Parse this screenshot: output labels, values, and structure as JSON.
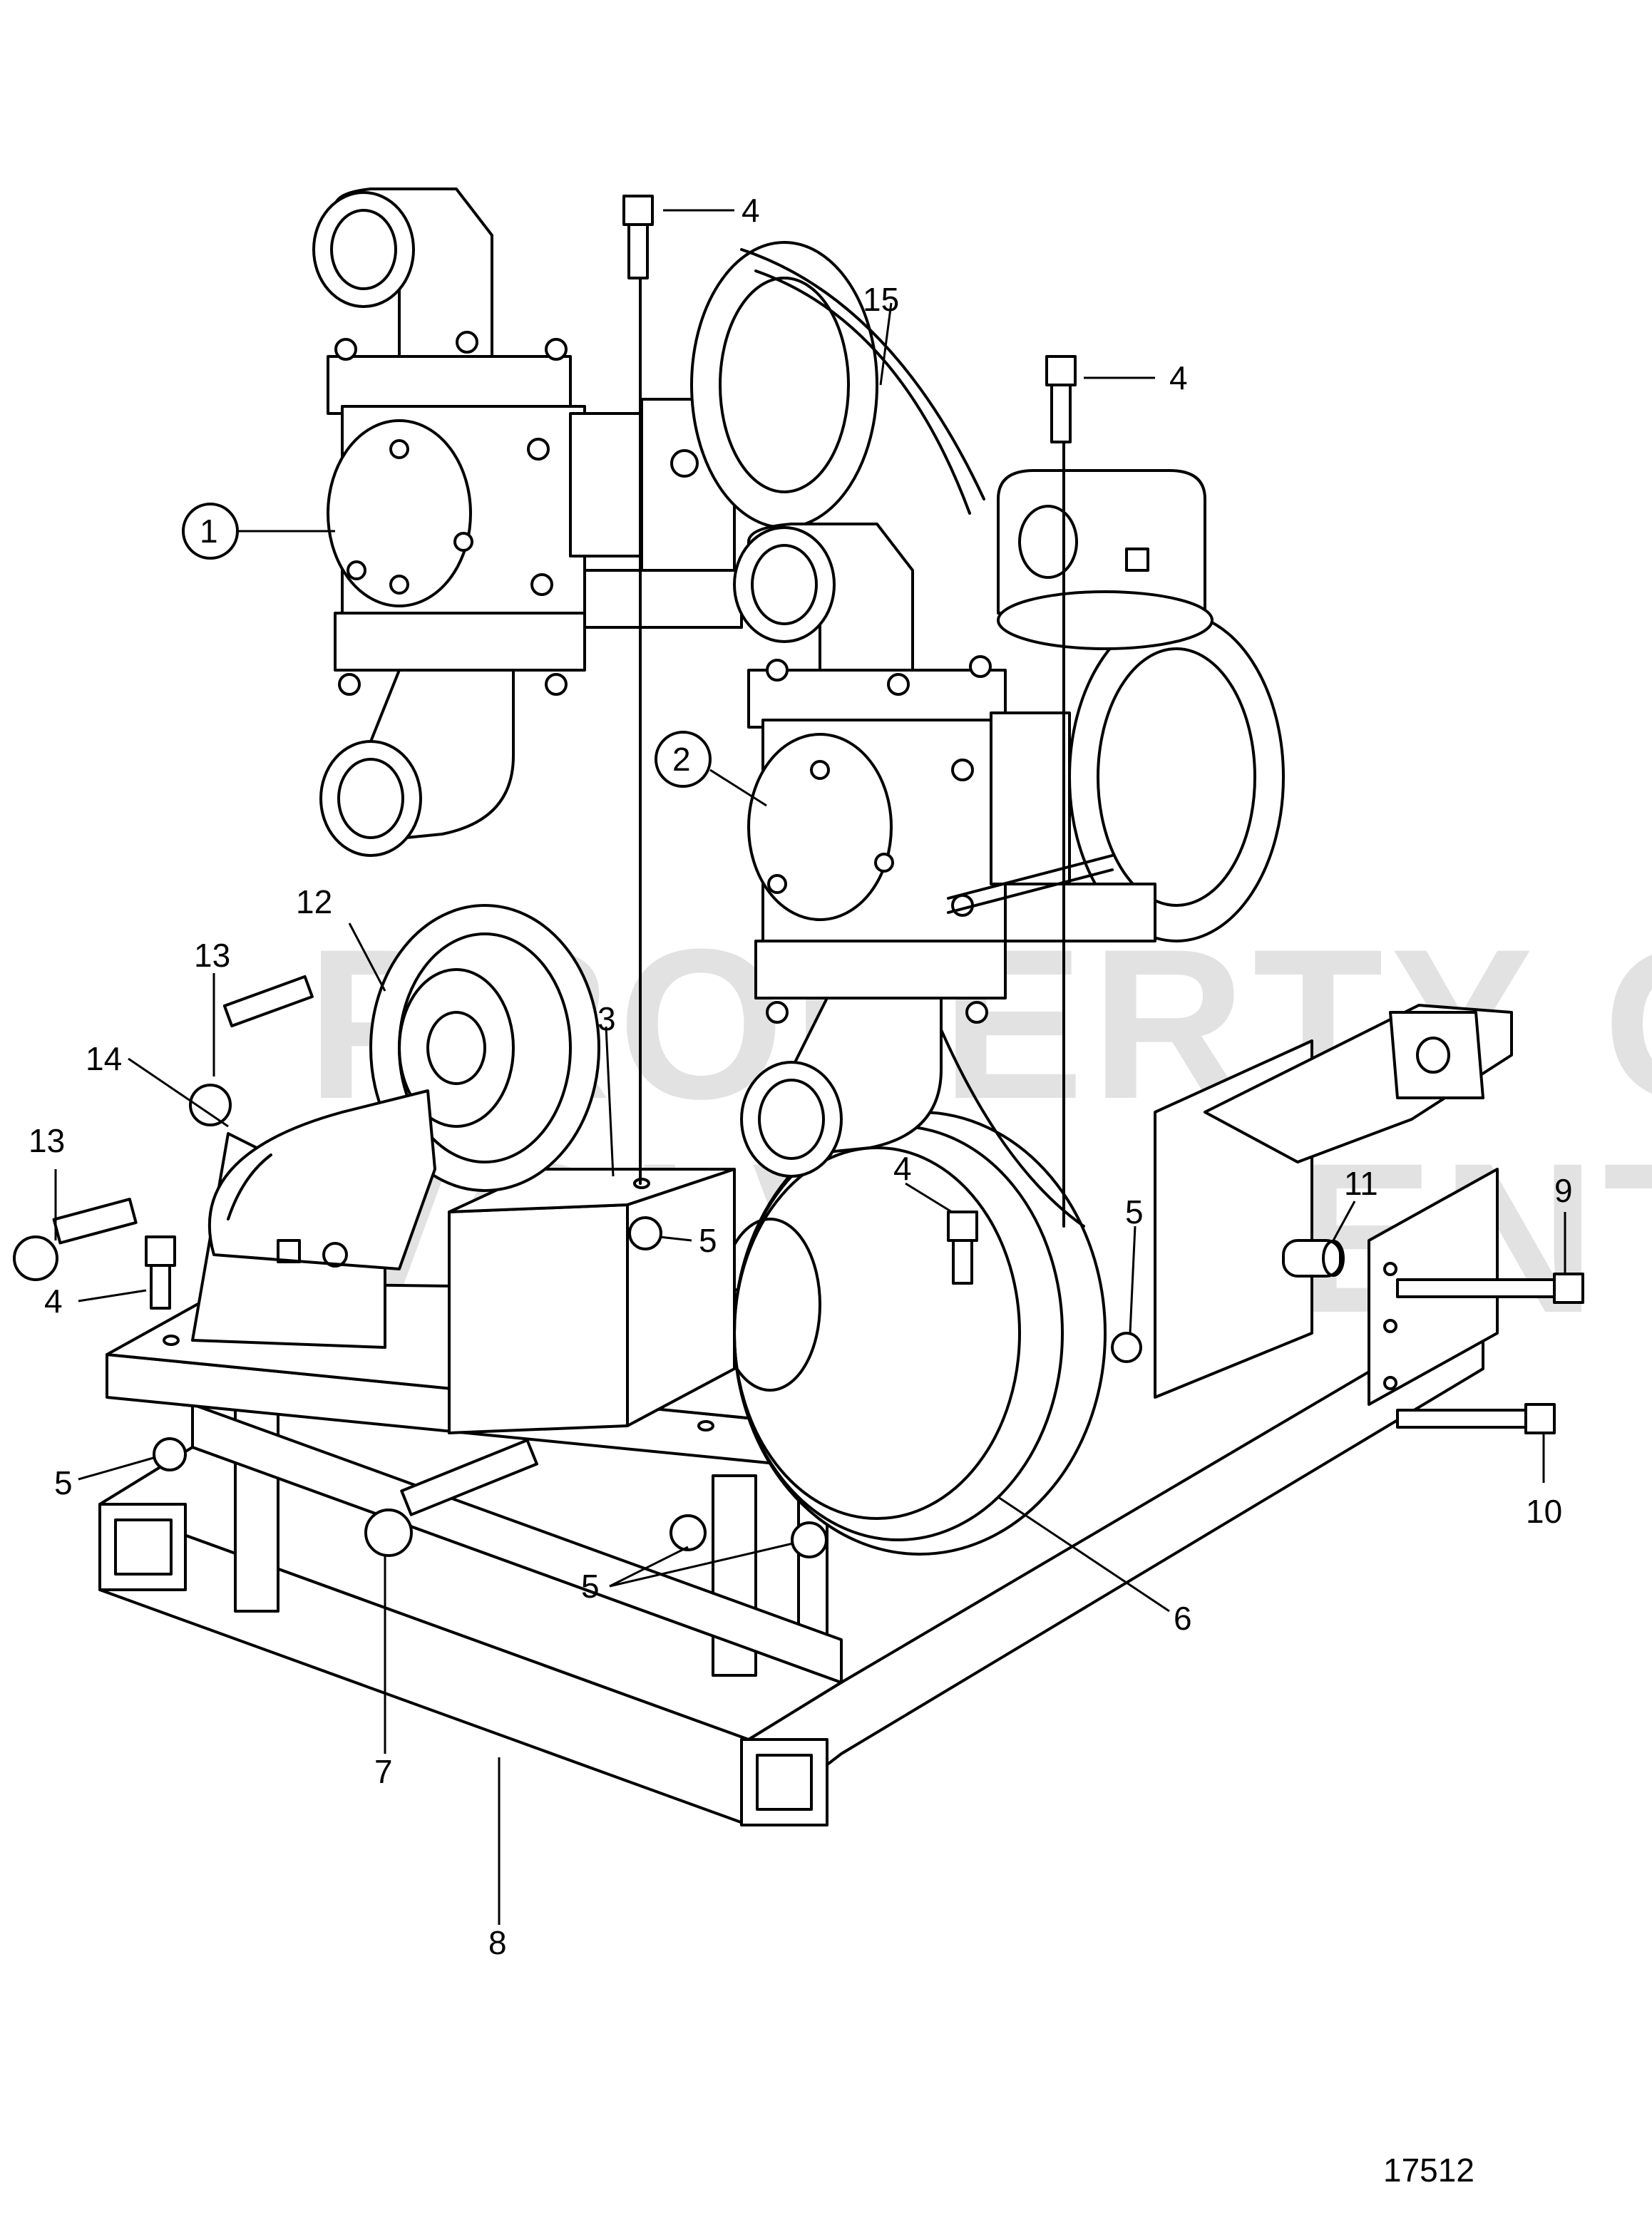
{
  "drawing_number": "17512",
  "watermark": [
    "PROPERTY OF",
    "VOLVO PENTA"
  ],
  "callouts": {
    "c1": "1",
    "c2": "2",
    "c3": "3",
    "c4a": "4",
    "c4b": "4",
    "c4c": "4",
    "c4d": "4",
    "c5a": "5",
    "c5b": "5",
    "c5c": "5",
    "c5d": "5",
    "c6": "6",
    "c7": "7",
    "c8": "8",
    "c9": "9",
    "c10": "10",
    "c11": "11",
    "c12": "12",
    "c13a": "13",
    "c13b": "13",
    "c14": "14",
    "c15": "15"
  }
}
